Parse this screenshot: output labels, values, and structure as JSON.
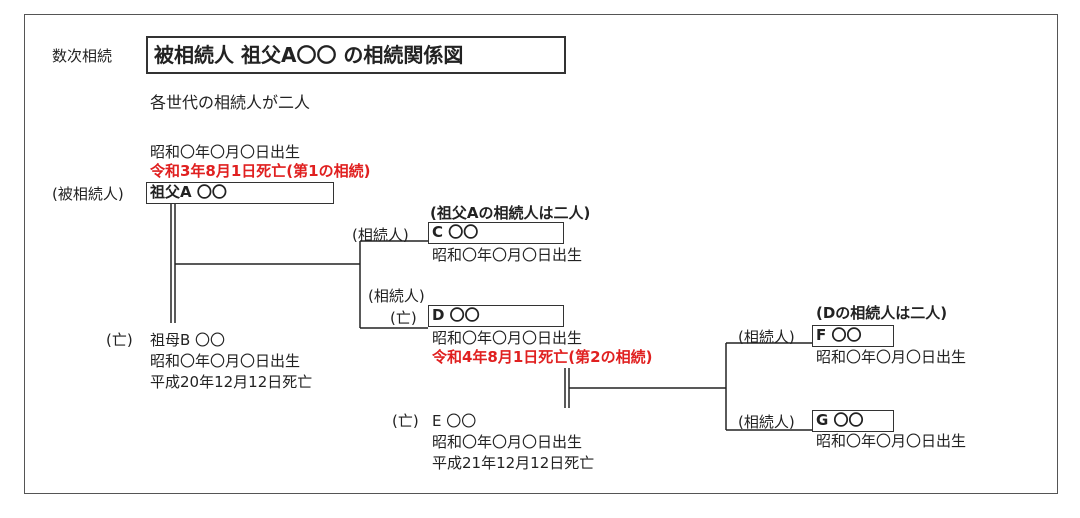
{
  "header": {
    "category": "数次相続",
    "title": "被相続人  祖父A〇〇  の相続関係図",
    "subtitle": "各世代の相続人が二人"
  },
  "grandfather": {
    "birth": "昭和〇年〇月〇日出生",
    "death": "令和3年8月1日死亡(第1の相続)",
    "role": "(被相続人)",
    "name": "祖父A  〇〇"
  },
  "grandmother": {
    "role": "(亡)",
    "name": "祖母B  〇〇",
    "birth": "昭和〇年〇月〇日出生",
    "death": "平成20年12月12日死亡"
  },
  "heirs_of_a_note": "(祖父Aの相続人は二人)",
  "c": {
    "role": "(相続人)",
    "name": "C  〇〇",
    "birth": "昭和〇年〇月〇日出生"
  },
  "d": {
    "role_top": "(相続人)",
    "role": "(亡)",
    "name": "D  〇〇",
    "birth": "昭和〇年〇月〇日出生",
    "death": "令和4年8月1日死亡(第2の相続)"
  },
  "e": {
    "role": "(亡)",
    "name": "E  〇〇",
    "birth": "昭和〇年〇月〇日出生",
    "death": "平成21年12月12日死亡"
  },
  "heirs_of_d_note": "(Dの相続人は二人)",
  "f": {
    "role": "(相続人)",
    "name": "F  〇〇",
    "birth": "昭和〇年〇月〇日出生"
  },
  "g": {
    "role": "(相続人)",
    "name": "G  〇〇",
    "birth": "昭和〇年〇月〇日出生"
  }
}
